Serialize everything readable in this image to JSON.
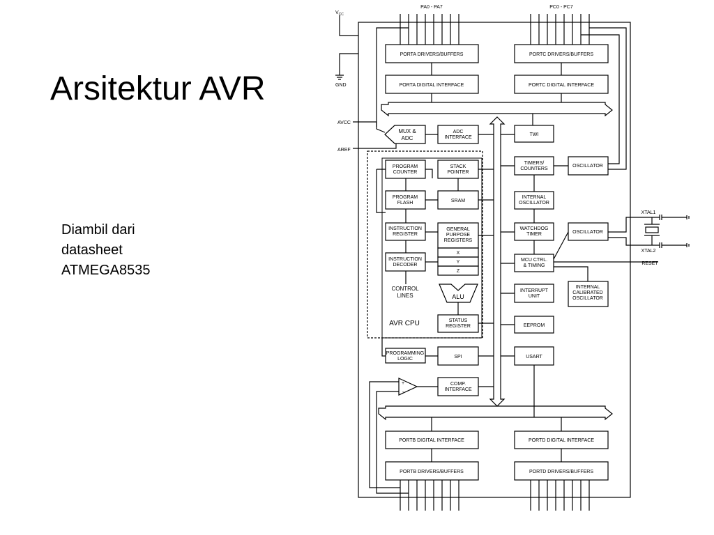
{
  "slide": {
    "title": "Arsitektur AVR",
    "caption": [
      "Diambil dari",
      "datasheet",
      "ATMEGA8535"
    ]
  },
  "pins": {
    "vcc": "V",
    "vcc_sub": "CC",
    "gnd": "GND",
    "avcc": "AVCC",
    "aref": "AREF",
    "pa": "PA0 - PA7",
    "pc": "PC0 - PC7",
    "xtal1": "XTAL1",
    "xtal2": "XTAL2",
    "reset": "RESET"
  },
  "blocks": {
    "porta_drivers": "PORTA DRIVERS/BUFFERS",
    "porta_digital": "PORTA DIGITAL INTERFACE",
    "portc_drivers": "PORTC DRIVERS/BUFFERS",
    "portc_digital": "PORTC DIGITAL INTERFACE",
    "mux_adc": [
      "MUX &",
      "ADC"
    ],
    "adc_interface": [
      "ADC",
      "INTERFACE"
    ],
    "twi": "TWI",
    "program_counter": [
      "PROGRAM",
      "COUNTER"
    ],
    "stack_pointer": [
      "STACK",
      "POINTER"
    ],
    "timers_counters": [
      "TIMERS/",
      "COUNTERS"
    ],
    "oscillator_top": "OSCILLATOR",
    "program_flash": [
      "PROGRAM",
      "FLASH"
    ],
    "sram": "SRAM",
    "internal_oscillator": [
      "INTERNAL",
      "OSCILLATOR"
    ],
    "instruction_register": [
      "INSTRUCTION",
      "REGISTER"
    ],
    "gp_registers": [
      "GENERAL",
      "PURPOSE",
      "REGISTERS"
    ],
    "reg_x": "X",
    "reg_y": "Y",
    "reg_z": "Z",
    "watchdog_timer": [
      "WATCHDOG",
      "TIMER"
    ],
    "oscillator_right": "OSCILLATOR",
    "instruction_decoder": [
      "INSTRUCTION",
      "DECODER"
    ],
    "mcu_ctrl": [
      "MCU CTRL.",
      "& TIMING"
    ],
    "control_lines": [
      "CONTROL",
      "LINES"
    ],
    "alu": "ALU",
    "interrupt_unit": [
      "INTERRUPT",
      "UNIT"
    ],
    "internal_calibrated": [
      "INTERNAL",
      "CALIBRATED",
      "OSCILLATOR"
    ],
    "avr_cpu": "AVR CPU",
    "status_register": [
      "STATUS",
      "REGISTER"
    ],
    "eeprom": "EEPROM",
    "programming_logic": [
      "PROGRAMMING",
      "LOGIC"
    ],
    "spi": "SPI",
    "usart": "USART",
    "comp_interface": [
      "COMP.",
      "INTERFACE"
    ],
    "comparator_plus": "+",
    "comparator_minus": "-",
    "portb_digital": "PORTB DIGITAL INTERFACE",
    "portd_digital": "PORTD DIGITAL INTERFACE",
    "portb_drivers": "PORTB DRIVERS/BUFFERS",
    "portd_drivers": "PORTD DRIVERS/BUFFERS"
  }
}
